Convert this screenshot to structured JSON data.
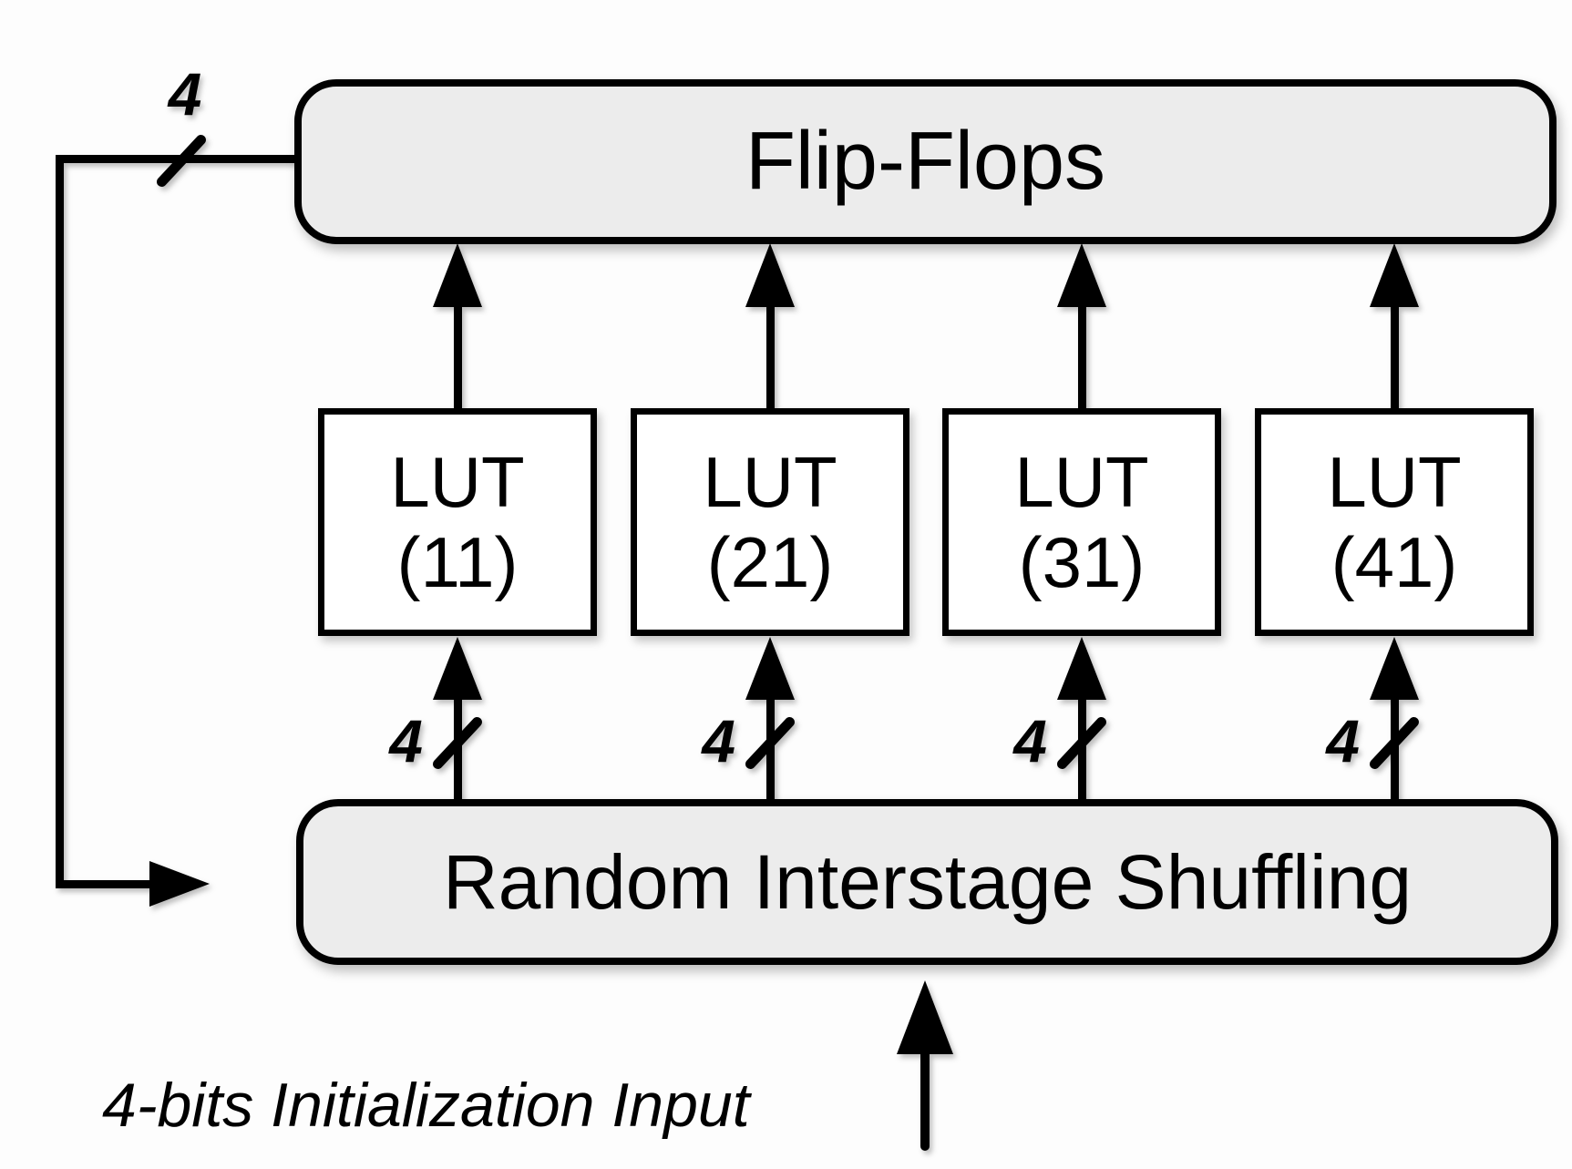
{
  "diagram": {
    "flip_flops_label": "Flip-Flops",
    "shuffling_label": "Random Interstage Shuffling",
    "luts": [
      {
        "name": "LUT",
        "index": "(11)"
      },
      {
        "name": "LUT",
        "index": "(21)"
      },
      {
        "name": "LUT",
        "index": "(31)"
      },
      {
        "name": "LUT",
        "index": "(41)"
      }
    ],
    "bus_width_label": "4",
    "init_input_label": "4-bits Initialization Input",
    "colors": {
      "line": "#000000",
      "box_fill": "#ececec",
      "lut_fill": "#ffffff",
      "background": "#fdfdfd",
      "text": "#000000"
    }
  }
}
